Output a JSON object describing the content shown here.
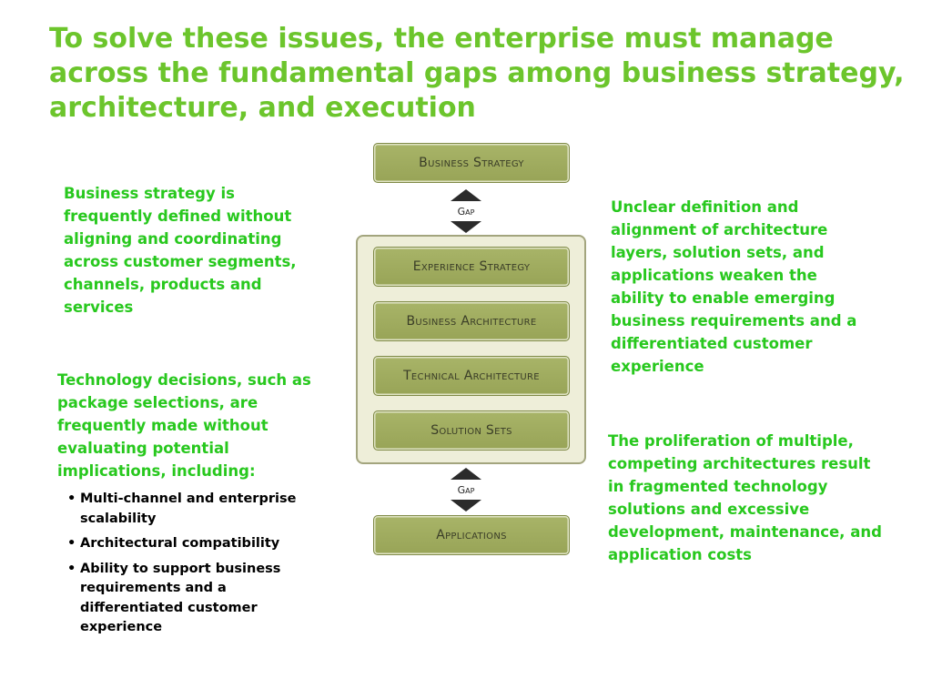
{
  "title": "To solve these issues, the enterprise must manage across the fundamental gaps among business strategy, architecture, and execution",
  "diagram": {
    "top_box": "Business Strategy",
    "gap_top": "Gap",
    "stack": [
      "Experience Strategy",
      "Business Architecture",
      "Technical Architecture",
      "Solution Sets"
    ],
    "gap_bottom": "Gap",
    "bottom_box": "Applications"
  },
  "notes": {
    "business_strategy": "Business strategy is frequently defined without aligning and coordinating across customer segments, channels, products and services",
    "technology_decisions": "Technology decisions, such as package selections, are frequently made without evaluating potential implications, including:",
    "implications": [
      "Multi-channel and enterprise scalability",
      "Architectural compatibility",
      "Ability to support business requirements and a differentiated customer experience"
    ],
    "unclear_definition": "Unclear definition and alignment of  architecture layers, solution sets, and applications weaken the ability to enable emerging business requirements and a differentiated customer experience",
    "proliferation": "The proliferation of multiple, competing architectures result in fragmented technology solutions and excessive development, maintenance, and application costs"
  },
  "colors": {
    "title": "#6cc52c",
    "note_text": "#28c81e",
    "box_fill": "#a0ac5f",
    "stack_fill": "#eeeed9"
  }
}
